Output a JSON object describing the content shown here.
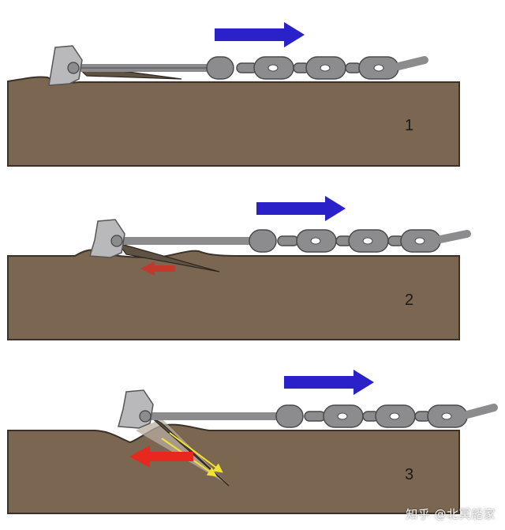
{
  "panels": [
    {
      "number": "1"
    },
    {
      "number": "2"
    },
    {
      "number": "3"
    }
  ],
  "watermark": "知乎 @北冥船家",
  "colors": {
    "seabed": "#7a6651",
    "seabed_edge": "#3b3128",
    "chain": "#8c8c8e",
    "chain_edge": "#4a4a4c",
    "anchor": "#b9b9bb",
    "pull_arrow": "#2a22c8",
    "resist_arrow_panel2": "#c0392b",
    "resist_arrow_panel3": "#e8281e",
    "fluke_force": "#f2e230"
  }
}
